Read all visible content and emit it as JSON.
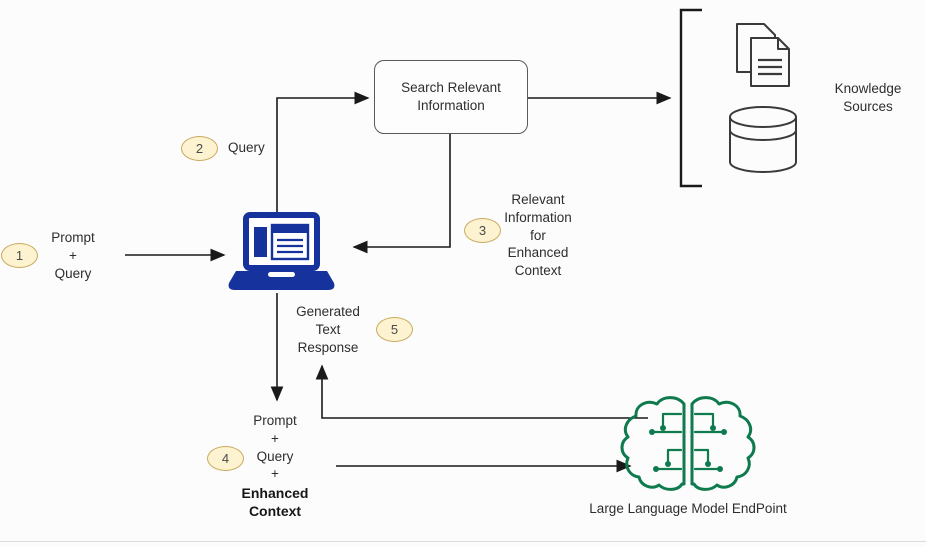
{
  "nodes": {
    "search_box_label": "Search Relevant\nInformation",
    "knowledge_sources_label": "Knowledge\nSources",
    "llm_label": "Large Language Model EndPoint"
  },
  "steps": [
    {
      "num": "1",
      "label": "Prompt\n+\nQuery"
    },
    {
      "num": "2",
      "label": "Query"
    },
    {
      "num": "3",
      "label": "Relevant\nInformation\nfor\nEnhanced\nContext"
    },
    {
      "num": "4",
      "label": "Prompt\n+\nQuery\n+",
      "label_bold": "Enhanced\nContext"
    },
    {
      "num": "5",
      "label": "Generated\nText\nResponse"
    }
  ],
  "icons": [
    "laptop-application-icon",
    "documents-icon",
    "database-icon",
    "brain-circuit-icon"
  ],
  "colors": {
    "laptop_blue": "#16329c",
    "brain_green": "#0e7a4e",
    "badge_fill": "#fdf3d1",
    "badge_border": "#c9aa5f",
    "line": "#1a1a1a",
    "background": "#fcfcfc"
  }
}
